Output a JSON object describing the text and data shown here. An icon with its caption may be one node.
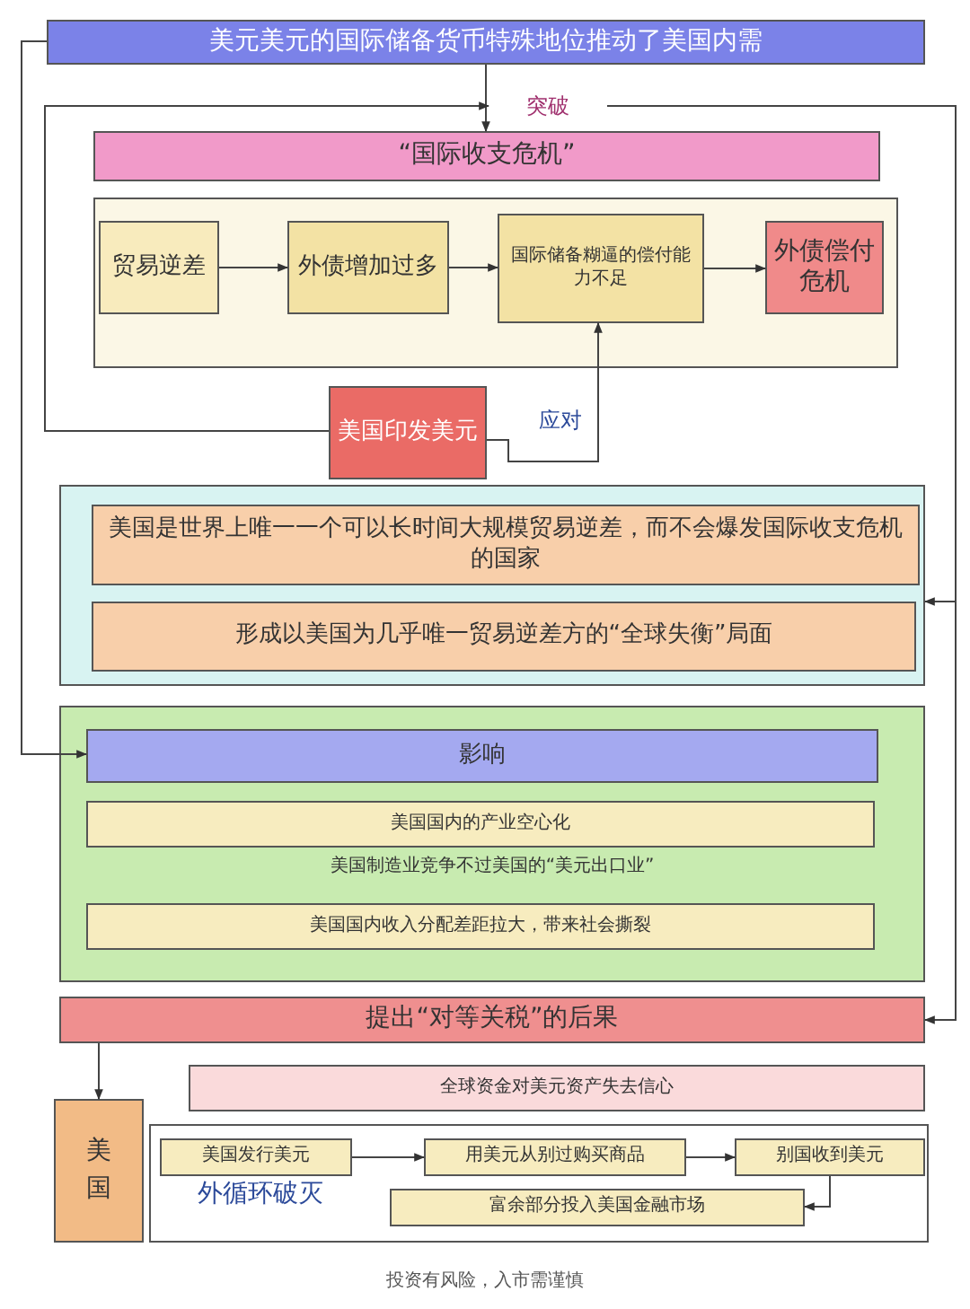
{
  "diagram": {
    "nodes": [
      {
        "text": [
          "美元美元的国际储备货币特殊地位推动了美国内需"
        ]
      },
      {
        "text": [
          "突破"
        ]
      },
      {
        "text": [
          "“国际收支危机”"
        ]
      },
      {
        "text": [],
        "shape": "box"
      },
      {
        "text": [
          "贸易逆差"
        ],
        "in": 3
      },
      {
        "text": [
          "外债增加过多"
        ],
        "in": 3
      },
      {
        "text": [
          "国际储备糊逼的偿付能力不足"
        ],
        "in": 3
      },
      {
        "text": [
          "外债偿付危机"
        ],
        "in": 3
      },
      {
        "text": [
          "美国印发美元"
        ]
      },
      {
        "text": [],
        "shape": "box"
      },
      {
        "text": [
          "美国是世界上唯一一个可以长时间大规模贸易逆差，而不会爆发国际收支危机的国家"
        ],
        "in": 9
      },
      {
        "text": [
          "形成以美国为几乎唯一贸易逆差方的“全球失衡”局面"
        ],
        "in": 9
      },
      {
        "text": [],
        "shape": "box"
      },
      {
        "text": [
          "影响"
        ],
        "in": 12
      },
      {
        "text": [
          "美国国内的产业空心化"
        ],
        "in": 12
      },
      {
        "text": [
          "美国国内收入分配差距拉大，带来社会撕裂"
        ],
        "in": 12
      },
      {
        "text": [
          "提出“对等关税”的后果"
        ]
      },
      {
        "text": [
          "美国"
        ]
      },
      {
        "text": [
          "全球资金对美元资产失去信心"
        ]
      },
      {
        "text": [],
        "shape": "box"
      },
      {
        "text": [
          "美国发行美元"
        ],
        "in": 19
      },
      {
        "text": [
          "用美元从别过购买商品"
        ],
        "in": 19
      },
      {
        "text": [
          "别国收到美元"
        ],
        "in": 19
      },
      {
        "text": [
          "富余部分投入美国金融市场"
        ],
        "in": 19
      }
    ],
    "edges": [
      {
        "from": 0,
        "to": 2,
        "arrow": "to"
      },
      {
        "from": 4,
        "to": 5,
        "arrow": "to"
      },
      {
        "from": 5,
        "to": 6,
        "arrow": "to"
      },
      {
        "from": 6,
        "to": 7,
        "arrow": "to"
      },
      {
        "from": 8,
        "to": 6,
        "arrow": "to",
        "label": "应对"
      },
      {
        "from": 8,
        "to": 1,
        "arrow": "to"
      },
      {
        "from": 1,
        "to": 9,
        "arrow": "to"
      },
      {
        "from": 1,
        "to": 16,
        "arrow": "to"
      },
      {
        "from": 0,
        "to": 13,
        "arrow": "to"
      },
      {
        "from": 16,
        "to": 17,
        "arrow": "to"
      },
      {
        "from": 20,
        "to": 21,
        "arrow": "to"
      },
      {
        "from": 21,
        "to": 22,
        "arrow": "to"
      },
      {
        "from": 22,
        "to": 23,
        "arrow": "to"
      }
    ],
    "labels": [
      "美国制造业竞争不过美国的“美元出口业”",
      "外循环破灭",
      "投资有风险，入市需谨慎"
    ]
  }
}
